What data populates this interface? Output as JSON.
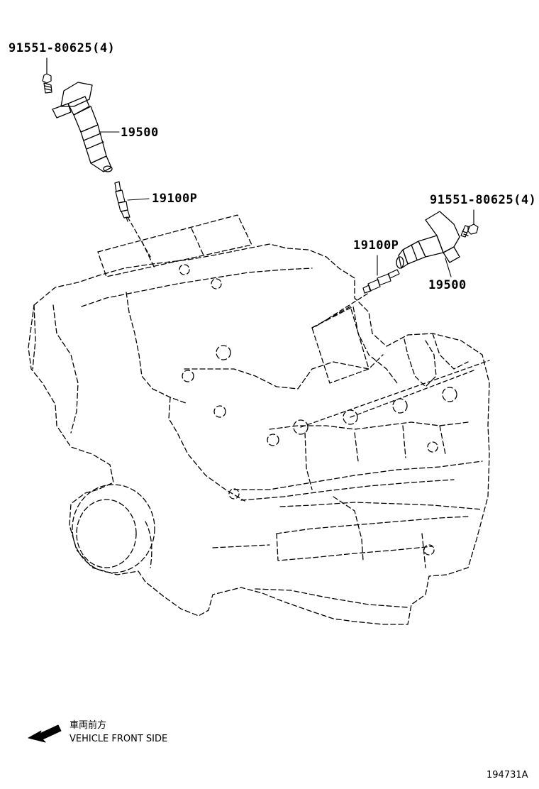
{
  "callouts": {
    "bolt_left": "91551-80625(4)",
    "coil_left": "19500",
    "plug_left": "19100P",
    "bolt_right": "91551-80625(4)",
    "plug_right": "19100P",
    "coil_right": "19500"
  },
  "direction_note": {
    "japanese": "車両前方",
    "english": "VEHICLE FRONT SIDE"
  },
  "drawing_id": "194731A",
  "colors": {
    "line": "#000000",
    "background": "#ffffff"
  },
  "icons": {
    "direction": "arrow-left-down-icon"
  }
}
